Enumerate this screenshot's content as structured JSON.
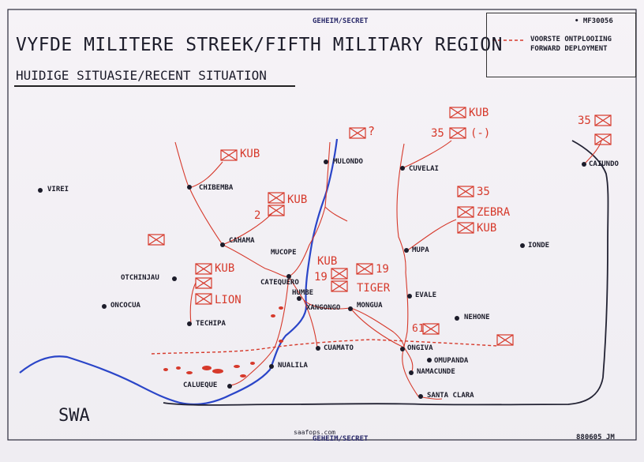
{
  "header": {
    "classification_top": "GEHEIM/SECRET",
    "classification_bottom": "GEHEIM/SECRET",
    "title": "VYFDE MILITERE STREEK/FIFTH MILITARY REGION",
    "subtitle": "HUIDIGE SITUASIE/RECENT SITUATION"
  },
  "legend": {
    "ref_code": "MF30056",
    "line_label_1": "VOORSTE ONTPLOOIING",
    "line_label_2": "FORWARD DEPLOYMENT"
  },
  "footer": {
    "watermark": "saafops.com",
    "date_code": "880605 JM"
  },
  "region_label": "SWA",
  "places": [
    {
      "name": "VIREI"
    },
    {
      "name": "CHIBEMBA"
    },
    {
      "name": "CAHAMA"
    },
    {
      "name": "MULONDO"
    },
    {
      "name": "CUVELAI"
    },
    {
      "name": "CAIUNDO"
    },
    {
      "name": "MUCOPE"
    },
    {
      "name": "CATEQUERO"
    },
    {
      "name": "OTCHINJAU"
    },
    {
      "name": "ONCOCUA"
    },
    {
      "name": "TECHIPA"
    },
    {
      "name": "HUMBE"
    },
    {
      "name": "XANGONGO"
    },
    {
      "name": "MONGUA"
    },
    {
      "name": "MUPA"
    },
    {
      "name": "EVALE"
    },
    {
      "name": "IONDE"
    },
    {
      "name": "NEHONE"
    },
    {
      "name": "CUAMATO"
    },
    {
      "name": "ONGIVA"
    },
    {
      "name": "OMUPANDA"
    },
    {
      "name": "NAMACUNDE"
    },
    {
      "name": "NUALILA"
    },
    {
      "name": "CALUEQUE"
    },
    {
      "name": "SANTA CLARA"
    }
  ],
  "unit_labels": {
    "kub_chibemba": "KUB",
    "unknown_mulondo": "?",
    "kub_cahama": "KUB",
    "num_2": "2",
    "kub_cuvelai": "KUB",
    "num_35_cuvelai": "35",
    "minus_cuvelai": "(-)",
    "num_35_caiundo": "35",
    "num_35_mupa": "35",
    "zebra": "ZEBRA",
    "kub_mupa": "KUB",
    "kub_otchinjau": "KUB",
    "lion": "LION",
    "kub_humbe": "KUB",
    "num_19_humbe": "19",
    "num_19_mongua": "19",
    "tiger": "TIGER",
    "num_61": "61"
  },
  "colors": {
    "unit_red": "#d6392b",
    "river_blue": "#2a45c8",
    "border_dark": "#222233",
    "paper": "#f3f0f4"
  }
}
